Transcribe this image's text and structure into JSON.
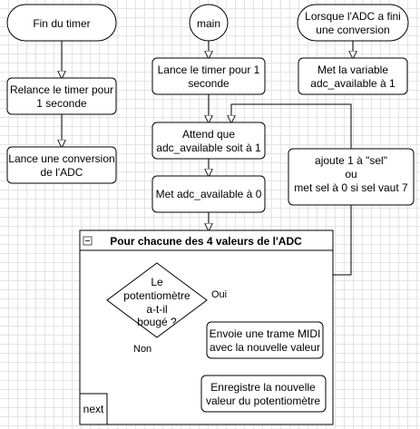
{
  "diagram": {
    "nodes": {
      "fin_timer": "Fin du timer",
      "relance_timer": [
        "Relance le timer pour",
        "1 seconde"
      ],
      "lance_conversion": [
        "Lance une conversion",
        "de l'ADC"
      ],
      "main": "main",
      "lance_timer": [
        "Lance le timer pour 1",
        "seconde"
      ],
      "attend": [
        "Attend que",
        "adc_available soit à 1"
      ],
      "met_zero": "Met adc_available à 0",
      "lorsque_adc": [
        "Lorsque l'ADC a fini",
        "une conversion"
      ],
      "met_variable": [
        "Met la variable",
        "adc_available à 1"
      ],
      "ajoute": [
        "ajoute 1 à \"sel\"",
        "ou",
        "met sel à 0 si sel vaut 7"
      ],
      "loop_title": "Pour chacune des 4 valeurs de l'ADC",
      "collapse_sign": "−",
      "decision": [
        "Le",
        "potentiomètre",
        "a-t-il",
        "bougé ?"
      ],
      "envoie": [
        "Envoie une trame MIDI",
        "avec la nouvelle valeur"
      ],
      "enregistre": [
        "Enregistre la nouvelle",
        "valeur du potentiomètre"
      ],
      "next": "next"
    },
    "edge_labels": {
      "oui": "Oui",
      "non": "Non"
    },
    "colors": {
      "stroke": "#000000",
      "fill": "#ffffff",
      "grid": "#e4e4e4"
    }
  }
}
